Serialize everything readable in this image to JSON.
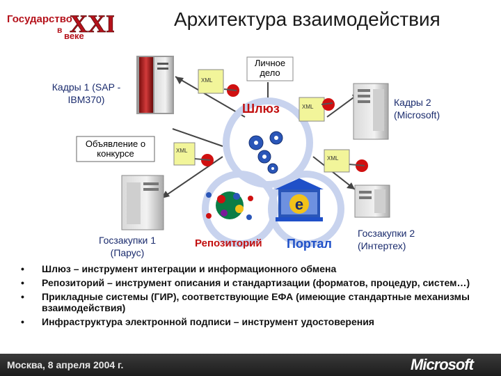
{
  "header": {
    "logo_line1": "Государство",
    "logo_line2": "в",
    "logo_line3": "веке",
    "logo_roman": "XXI",
    "title": "Архитектура взаимодействия"
  },
  "diagram": {
    "personal_file": "Личное дело",
    "cadres1": "Кадры 1 (SAP -IBM370)",
    "announcement": "Объявление о конкурсе",
    "cadres2": "Кадры 2 (Microsoft)",
    "gosz1": "Госзакупки 1 (Парус)",
    "gosz2": "Госзакупки 2 (Интертех)",
    "gateway": "Шлюз",
    "repository": "Репозиторий",
    "portal": "Портал",
    "portal_letter": "e",
    "xml": "XML"
  },
  "bullets": [
    "Шлюз – инструмент интеграции и информационного обмена",
    "Репозиторий – инструмент описания  и стандартизации (форматов, процедур, систем…)",
    "Прикладные системы (ГИР), соответствующие ЕФА (имеющие стандартные механизмы взаимодействия)",
    "Инфраструктура электронной подписи – инструмент удостоверения"
  ],
  "bullet_symbol": "•",
  "footer": {
    "date": "Москва, 8 апреля 2004 г.",
    "brand": "Microsoft"
  },
  "colors": {
    "logo_red": "#b5121b",
    "gateway_red": "#c21010",
    "portal_blue": "#1f50c8",
    "label_blue": "#1a2b6d",
    "gear_blue": "#2a56b8",
    "seal_red": "#d01010"
  }
}
